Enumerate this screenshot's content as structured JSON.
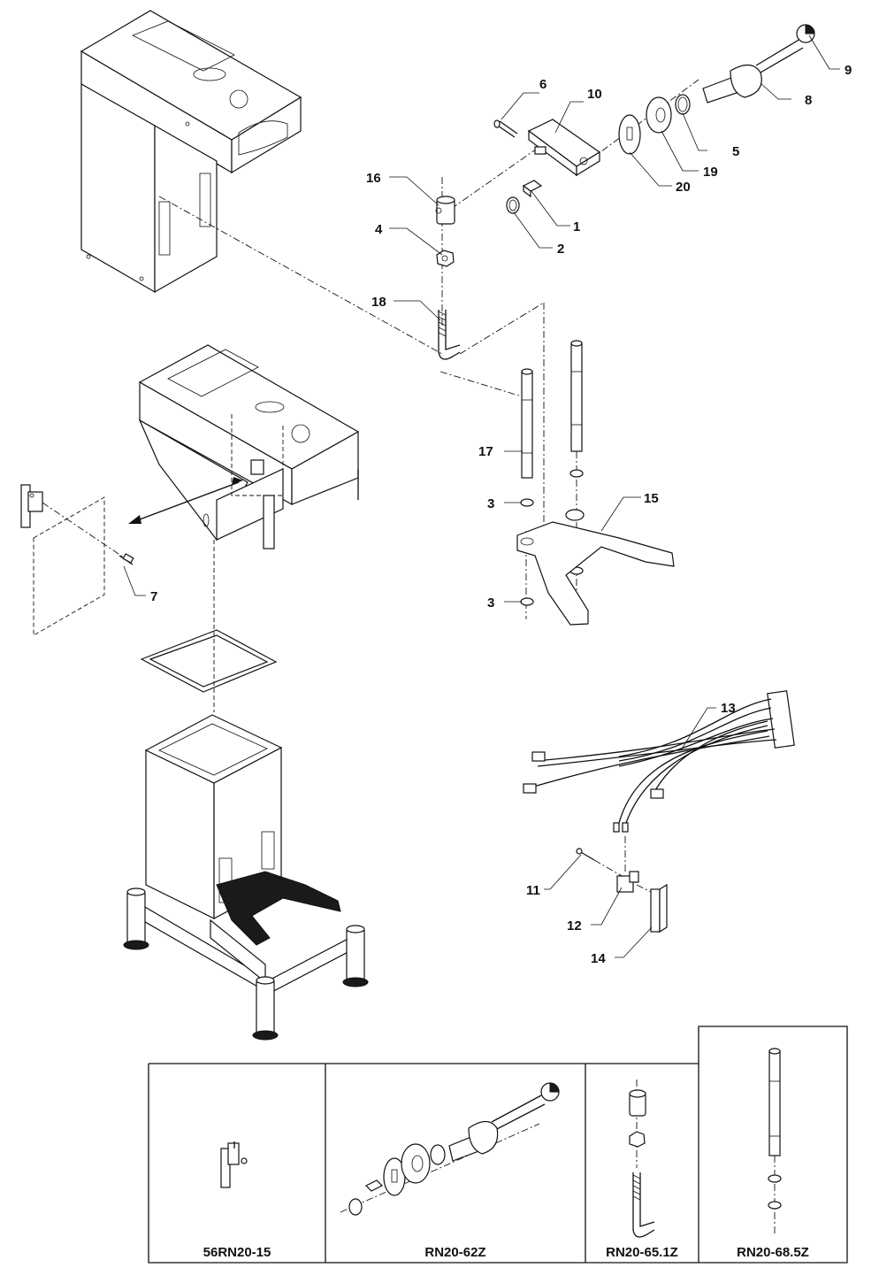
{
  "callouts": {
    "c1": "1",
    "c2": "2",
    "c3a": "3",
    "c3b": "3",
    "c4": "4",
    "c5": "5",
    "c6": "6",
    "c7": "7",
    "c8": "8",
    "c9": "9",
    "c10": "10",
    "c11": "11",
    "c12": "12",
    "c13": "13",
    "c14": "14",
    "c15": "15",
    "c16": "16",
    "c17": "17",
    "c18": "18",
    "c19": "19",
    "c20": "20"
  },
  "kits": [
    {
      "label": "56RN20-15"
    },
    {
      "label": "RN20-62Z"
    },
    {
      "label": "RN20-65.1Z"
    },
    {
      "label": "RN20-68.5Z"
    }
  ]
}
